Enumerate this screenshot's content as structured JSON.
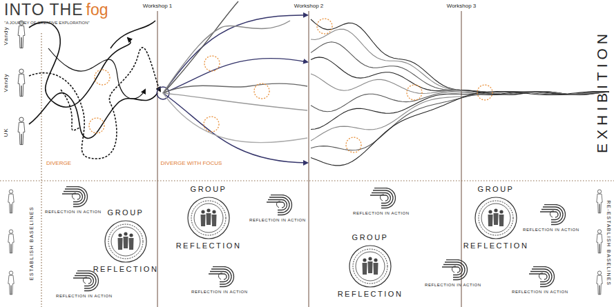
{
  "diagram": {
    "title": "INTO THE",
    "nodes": [
      {
        "text": [
          "REFLECTION IN ACTION"
        ]
      },
      {
        "text": [
          "GROUP",
          "REFLECTION"
        ]
      },
      {
        "text": [
          "REFLECTION IN ACTION"
        ]
      },
      {
        "text": [
          "GROUP",
          "REFLECTION"
        ]
      },
      {
        "text": [
          "REFLECTION IN ACTION"
        ]
      },
      {
        "text": [
          "REFLECTION IN ACTION"
        ]
      },
      {
        "text": [
          "REFLECTION IN ACTION"
        ]
      },
      {
        "text": [
          "GROUP",
          "REFLECTION"
        ]
      },
      {
        "text": [
          "REFLECTION IN ACTION"
        ]
      },
      {
        "text": [
          "GROUP",
          "REFLECTION"
        ]
      },
      {
        "text": [
          "REFLECTION IN ACTION"
        ]
      },
      {
        "text": [
          "REFLECTION IN ACTION"
        ]
      }
    ],
    "labels": [
      "fog",
      "\"A JOURNEY OF CREATIVE EXPLORATION\"",
      "Workshop 1",
      "Workshop 2",
      "Workshop 3",
      "EXHIBITION",
      "Vandy",
      "Vandy",
      "UK",
      "DIVERGE",
      "DIVERGE WITH FOCUS",
      "ESTABLISH BASELINES",
      "RE-ESTABLISH BASELINES"
    ]
  }
}
